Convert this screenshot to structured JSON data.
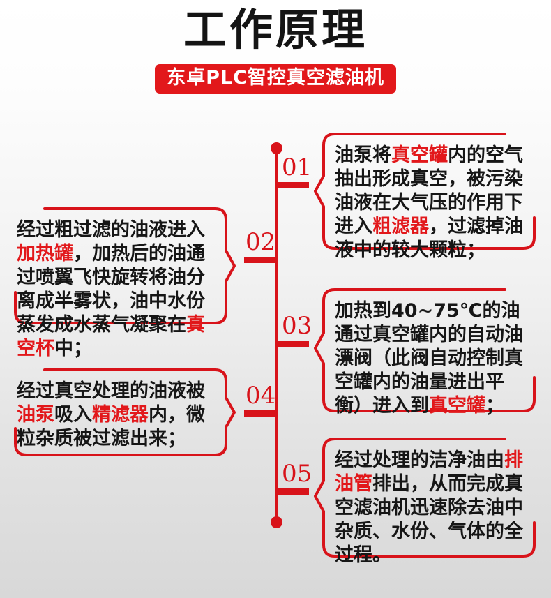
{
  "header": {
    "title": "工作原理",
    "subtitle": "东卓PLC智控真空滤油机"
  },
  "colors": {
    "accent_red": "#d8131a",
    "badge_red": "#e2181b",
    "highlight_red": "#e2181b",
    "text_black": "#161616",
    "background_top": "#ffffff",
    "background_bottom": "#d8d8d8"
  },
  "steps": [
    {
      "number": "01",
      "side": "right",
      "runs": [
        {
          "text": "油泵将",
          "highlight": false
        },
        {
          "text": "真空罐",
          "highlight": true
        },
        {
          "text": "内的空气抽出形成真空，被污染油液在大气压的作用下进入",
          "highlight": false
        },
        {
          "text": "粗滤器",
          "highlight": true
        },
        {
          "text": "，过滤掉油液中的较大颗粒；",
          "highlight": false
        }
      ],
      "plain_text": "油泵将真空罐内的空气抽出形成真空，被污染油液在大气压的作用下进入粗滤器，过滤掉油液中的较大颗粒；"
    },
    {
      "number": "02",
      "side": "left",
      "runs": [
        {
          "text": "经过粗过滤的油液进入",
          "highlight": false
        },
        {
          "text": "加热罐",
          "highlight": true
        },
        {
          "text": "，加热后的油通过喷翼飞快旋转将油分离成半雾状，油中水份蒸发成水蒸气凝聚在",
          "highlight": false
        },
        {
          "text": "真空杯",
          "highlight": true
        },
        {
          "text": "中；",
          "highlight": false
        }
      ],
      "plain_text": "经过粗过滤的油液进入加热罐，加热后的油通过喷翼飞快旋转将油分离成半雾状，油中水份蒸发成水蒸气凝聚在真空杯中；"
    },
    {
      "number": "03",
      "side": "right",
      "runs": [
        {
          "text": "加热到40~75℃的油通过真空罐内的自动油漂阀（此阀自动控制真空罐内的油量进出平衡）进入到",
          "highlight": false
        },
        {
          "text": "真空罐",
          "highlight": true
        },
        {
          "text": "；",
          "highlight": false
        }
      ],
      "plain_text": "加热到40~75℃的油通过真空罐内的自动油漂阀（此阀自动控制真空罐内的油量进出平衡）进入到真空罐；"
    },
    {
      "number": "04",
      "side": "left",
      "runs": [
        {
          "text": "经过真空处理的油液被",
          "highlight": false
        },
        {
          "text": "油泵",
          "highlight": true
        },
        {
          "text": "吸入",
          "highlight": false
        },
        {
          "text": "精滤器",
          "highlight": true
        },
        {
          "text": "内，微粒杂质被过滤出来；",
          "highlight": false
        }
      ],
      "plain_text": "经过真空处理的油液被油泵吸入精滤器内，微粒杂质被过滤出来；"
    },
    {
      "number": "05",
      "side": "right",
      "runs": [
        {
          "text": "经过处理的洁净油由",
          "highlight": false
        },
        {
          "text": "排油管",
          "highlight": true
        },
        {
          "text": "排出，从而完成真空滤油机迅速除去油中杂质、水份、气体的全过程。",
          "highlight": false
        }
      ],
      "plain_text": "经过处理的洁净油由排油管排出，从而完成真空滤油机迅速除去油中杂质、水份、气体的全过程。"
    }
  ]
}
